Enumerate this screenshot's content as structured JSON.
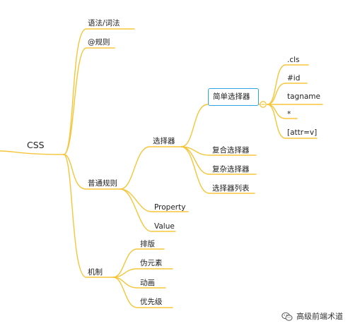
{
  "root": {
    "label": "CSS"
  },
  "branches": {
    "syntax": "语法/词法",
    "at_rules": "@规则",
    "normal_rules": "普通规则",
    "selector": "选择器",
    "simple_selector": "简单选择器",
    "cls": ".cls",
    "id": "#id",
    "tagname": "tagname",
    "star": "*",
    "attr": "[attr=v]",
    "compound_selector": "复合选择器",
    "complex_selector": "复杂选择器",
    "selector_list": "选择器列表",
    "property": "Property",
    "value": "Value",
    "mechanism": "机制",
    "layout": "排版",
    "pseudo_element": "伪元素",
    "animation": "动画",
    "priority": "优先级"
  },
  "watermark": {
    "text": "高级前端术道",
    "icon": "wechat-icon"
  },
  "colors": {
    "branch": "#f5c53a",
    "selected": "#2aa4e6",
    "text": "#222222"
  }
}
